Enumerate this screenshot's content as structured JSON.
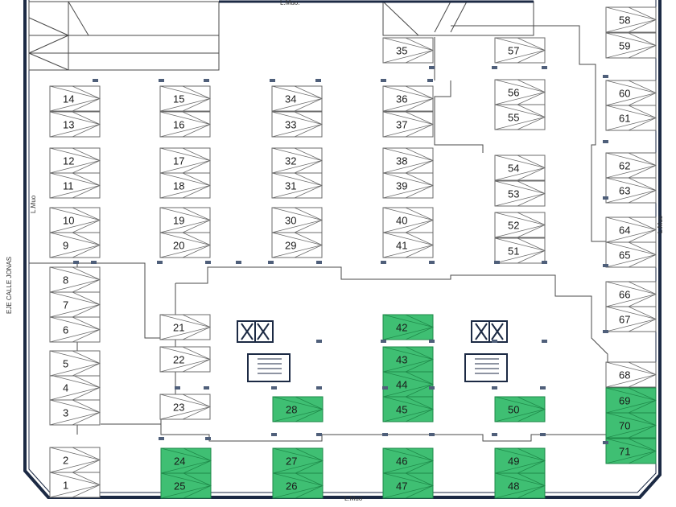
{
  "labels": {
    "street": "EJE CALLE JONAS",
    "boundary_top": "L.Muo.",
    "boundary_bottom": "L.Muo",
    "boundary_left": "L.Muo",
    "boundary_right": "L.Muo"
  },
  "colors": {
    "wall": "#1c2a44",
    "line": "#4a4a4a",
    "slot_outline": "#6b6b6b",
    "occupied_fill": "#3fbf73",
    "occupied_dark": "#1f8a4a",
    "marker": "#4f5f7a"
  },
  "occupied_slots": [
    "24",
    "25",
    "26",
    "27",
    "28",
    "42",
    "43",
    "44",
    "45",
    "46",
    "47",
    "48",
    "49",
    "50",
    "69",
    "70",
    "71"
  ],
  "slots": [
    {
      "num": "1"
    },
    {
      "num": "2"
    },
    {
      "num": "3"
    },
    {
      "num": "4"
    },
    {
      "num": "5"
    },
    {
      "num": "6"
    },
    {
      "num": "7"
    },
    {
      "num": "8"
    },
    {
      "num": "9"
    },
    {
      "num": "10"
    },
    {
      "num": "11"
    },
    {
      "num": "12"
    },
    {
      "num": "13"
    },
    {
      "num": "14"
    },
    {
      "num": "15"
    },
    {
      "num": "16"
    },
    {
      "num": "17"
    },
    {
      "num": "18"
    },
    {
      "num": "19"
    },
    {
      "num": "20"
    },
    {
      "num": "21"
    },
    {
      "num": "22"
    },
    {
      "num": "23"
    },
    {
      "num": "24"
    },
    {
      "num": "25"
    },
    {
      "num": "26"
    },
    {
      "num": "27"
    },
    {
      "num": "28"
    },
    {
      "num": "29"
    },
    {
      "num": "30"
    },
    {
      "num": "31"
    },
    {
      "num": "32"
    },
    {
      "num": "33"
    },
    {
      "num": "34"
    },
    {
      "num": "35"
    },
    {
      "num": "36"
    },
    {
      "num": "37"
    },
    {
      "num": "38"
    },
    {
      "num": "39"
    },
    {
      "num": "40"
    },
    {
      "num": "41"
    },
    {
      "num": "42"
    },
    {
      "num": "43"
    },
    {
      "num": "44"
    },
    {
      "num": "45"
    },
    {
      "num": "46"
    },
    {
      "num": "47"
    },
    {
      "num": "48"
    },
    {
      "num": "49"
    },
    {
      "num": "50"
    },
    {
      "num": "51"
    },
    {
      "num": "52"
    },
    {
      "num": "53"
    },
    {
      "num": "54"
    },
    {
      "num": "55"
    },
    {
      "num": "56"
    },
    {
      "num": "57"
    },
    {
      "num": "58"
    },
    {
      "num": "59"
    },
    {
      "num": "60"
    },
    {
      "num": "61"
    },
    {
      "num": "62"
    },
    {
      "num": "63"
    },
    {
      "num": "64"
    },
    {
      "num": "65"
    },
    {
      "num": "66"
    },
    {
      "num": "67"
    },
    {
      "num": "68"
    },
    {
      "num": "69"
    },
    {
      "num": "70"
    },
    {
      "num": "71"
    }
  ]
}
